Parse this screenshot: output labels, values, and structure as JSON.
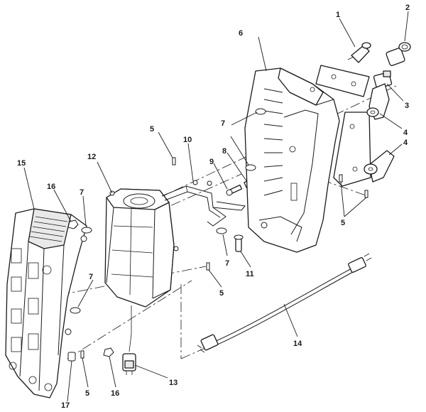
{
  "diagram": {
    "colors": {
      "line": "#1a1a1a",
      "background": "#ffffff",
      "shade": "#e9e9e9"
    },
    "callouts": [
      {
        "id": "c1",
        "text": "1"
      },
      {
        "id": "c2",
        "text": "2"
      },
      {
        "id": "c3",
        "text": "3"
      },
      {
        "id": "c4a",
        "text": "4"
      },
      {
        "id": "c4b",
        "text": "4"
      },
      {
        "id": "c5a",
        "text": "5"
      },
      {
        "id": "c5b",
        "text": "5"
      },
      {
        "id": "c5c",
        "text": "5"
      },
      {
        "id": "c5d",
        "text": "5"
      },
      {
        "id": "c6",
        "text": "6"
      },
      {
        "id": "c7a",
        "text": "7"
      },
      {
        "id": "c7b",
        "text": "7"
      },
      {
        "id": "c7c",
        "text": "7"
      },
      {
        "id": "c7d",
        "text": "7"
      },
      {
        "id": "c8",
        "text": "8"
      },
      {
        "id": "c9",
        "text": "9"
      },
      {
        "id": "c10",
        "text": "10"
      },
      {
        "id": "c11",
        "text": "11"
      },
      {
        "id": "c12",
        "text": "12"
      },
      {
        "id": "c13",
        "text": "13"
      },
      {
        "id": "c14",
        "text": "14"
      },
      {
        "id": "c15",
        "text": "15"
      },
      {
        "id": "c16a",
        "text": "16"
      },
      {
        "id": "c16b",
        "text": "16"
      },
      {
        "id": "c17",
        "text": "17"
      }
    ]
  }
}
